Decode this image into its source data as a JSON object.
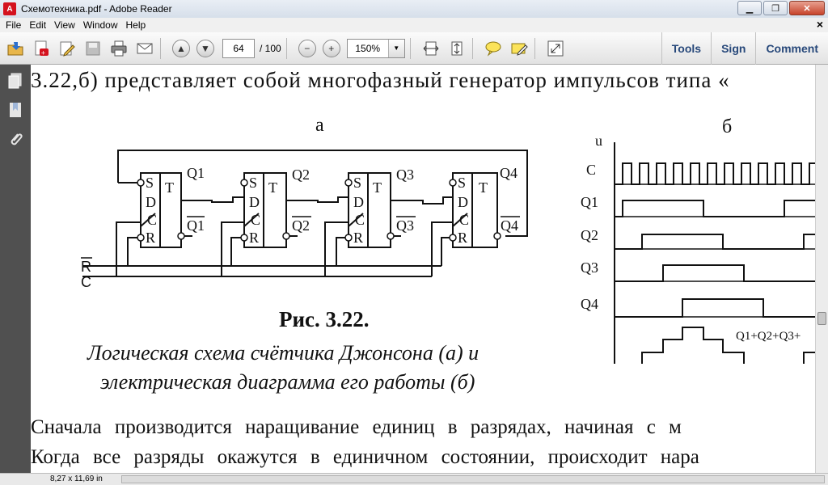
{
  "window": {
    "title": "Схемотехника.pdf - Adobe Reader",
    "app_icon_glyph": "A"
  },
  "menu": [
    "File",
    "Edit",
    "View",
    "Window",
    "Help"
  ],
  "toolbar": {
    "page_current": "64",
    "page_total": "/ 100",
    "zoom": "150%",
    "right": [
      "Tools",
      "Sign",
      "Comment"
    ]
  },
  "document": {
    "line1": "3.22,б) представляет собой многофазный генератор импульсов типа «",
    "label_a": "а",
    "label_b": "б",
    "fig_title": "Рис. 3.22.",
    "caption1": "Логическая схема счётчика Джонсона (а) и",
    "caption2": "электрическая диаграмма его работы (б)",
    "para1": "Сначала производится наращивание единиц в разрядах, начиная с м",
    "para2": "Когда все разряды окажутся в единичном состоянии, происходит нара",
    "circuit": {
      "ff_labels": [
        "S",
        "D",
        "C",
        "R",
        "T"
      ],
      "q_labels": [
        "Q1",
        "Q2",
        "Q3",
        "Q4"
      ],
      "r_label": "R",
      "c_label": "C"
    },
    "timing": {
      "u_label": "u",
      "rows": [
        "C",
        "Q1",
        "Q2",
        "Q3",
        "Q4"
      ],
      "sum_label": "Q1+Q2+Q3+"
    }
  },
  "status": {
    "page_size": "8,27 x 11,69 in"
  }
}
